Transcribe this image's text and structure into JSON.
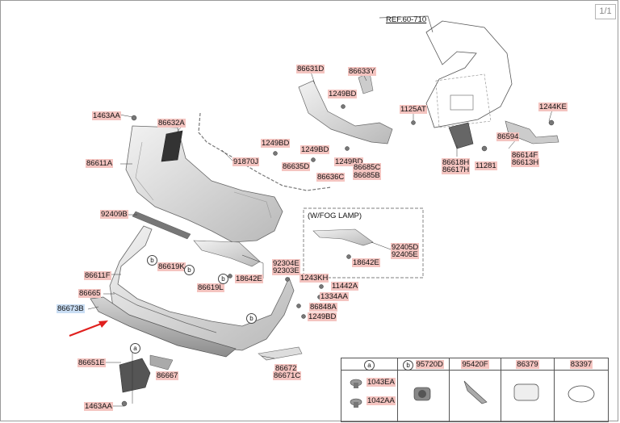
{
  "page_indicator": "1/1",
  "ref_label": "REF.60-710",
  "fog_lamp_note": "(W/FOG LAMP)",
  "callouts": {
    "a": "a",
    "b": "b"
  },
  "parts": {
    "p86631D": "86631D",
    "p86633Y": "86633Y",
    "p1249BD_a": "1249BD",
    "p1125AT": "1125AT",
    "p1244KE": "1244KE",
    "p1463AA_top": "1463AA",
    "p86632A": "86632A",
    "p86611A": "86611A",
    "p1249BD_b": "1249BD",
    "p1249BD_c": "1249BD",
    "p1249BD_d": "1249BD",
    "p86635D": "86635D",
    "p91870J": "91870J",
    "p86685C": "86685C",
    "p86685B": "86685B",
    "p86636C": "86636C",
    "p86594": "86594",
    "p86614F": "86614F",
    "p86613H": "86613H",
    "p86618H": "86618H",
    "p86617H": "86617H",
    "p11281": "11281",
    "p92409B": "92409B",
    "p92405D": "92405D",
    "p92405E": "92405E",
    "p18642E_fog": "18642E",
    "p86619K": "86619K",
    "p92304E": "92304E",
    "p92303E": "92303E",
    "p86611F": "86611F",
    "p18642E": "18642E",
    "p1243KH": "1243KH",
    "p86665": "86665",
    "p86619L": "86619L",
    "p11442A": "11442A",
    "p1334AA": "1334AA",
    "p86673B": "86673B",
    "p86848A": "86848A",
    "p1249BD_e": "1249BD",
    "p86651E": "86651E",
    "p86667": "86667",
    "p86672": "86672",
    "p86671C": "86671C",
    "p1463AA_bottom": "1463AA"
  },
  "legend": {
    "col_a": {
      "head": "a",
      "items": [
        "1043EA",
        "1042AA"
      ]
    },
    "col_b": {
      "head": "b",
      "part": "95720D"
    },
    "col_c": {
      "part": "95420F"
    },
    "col_d": {
      "part": "86379"
    },
    "col_e": {
      "part": "83397"
    }
  },
  "colors": {
    "label_bg": "#f4c4c0",
    "highlight_bg": "#c9ddf3",
    "arrow": "#e0201e"
  }
}
